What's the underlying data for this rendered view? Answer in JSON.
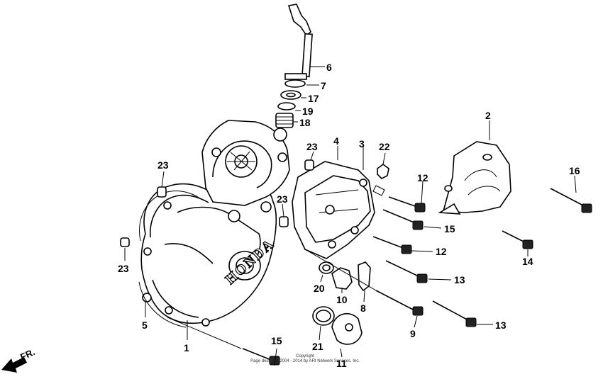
{
  "brand_text": "HONDA",
  "direction_label": "FR.",
  "copyright": {
    "line1": "Copyright",
    "line2": "Page design © 2004 - 2014 by ARI Network Services, Inc."
  },
  "part_labels": {
    "p1": "1",
    "p2": "2",
    "p3": "3",
    "p4": "4",
    "p5": "5",
    "p6": "6",
    "p7": "7",
    "p8": "8",
    "p9": "9",
    "p10": "10",
    "p11": "11",
    "p12a": "12",
    "p12b": "12",
    "p13a": "13",
    "p13b": "13",
    "p14": "14",
    "p15a": "15",
    "p15b": "15",
    "p16": "16",
    "p17": "17",
    "p18": "18",
    "p19": "19",
    "p20": "20",
    "p21": "21",
    "p22": "22",
    "p23a": "23",
    "p23b": "23",
    "p23c": "23",
    "p23d": "23"
  }
}
